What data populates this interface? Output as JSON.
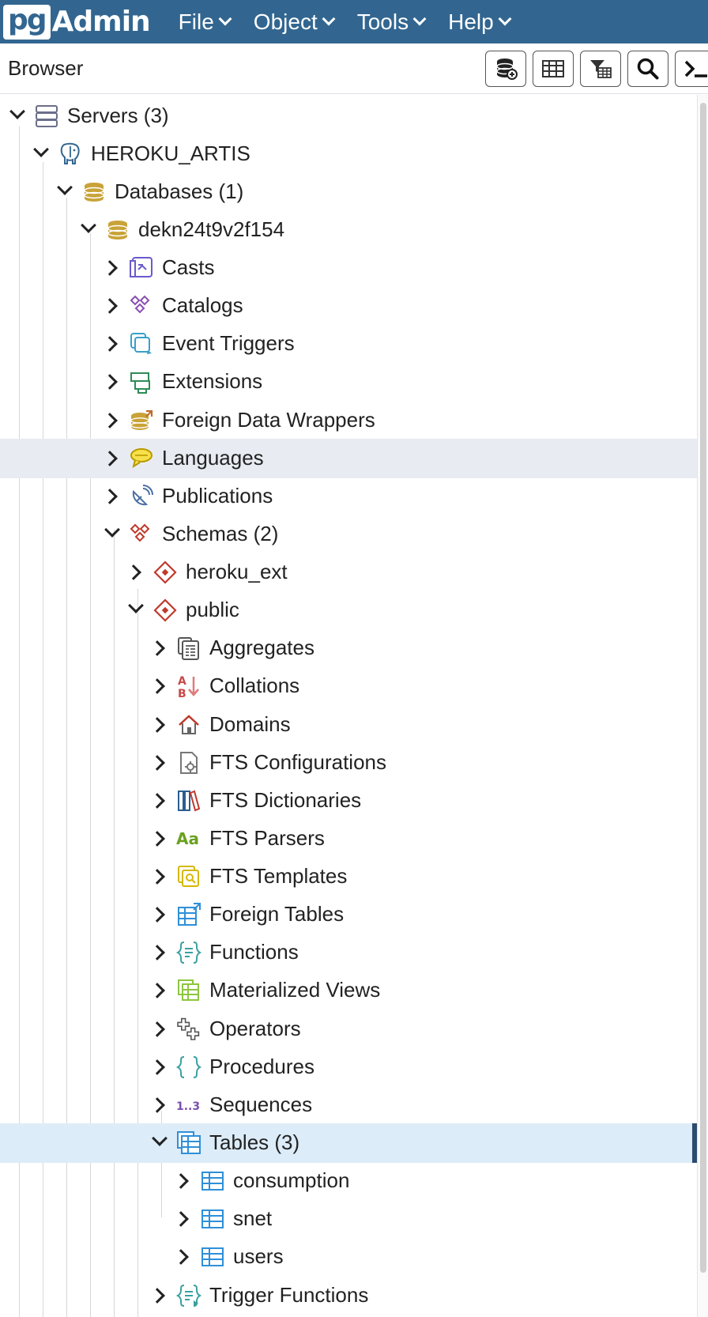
{
  "app": {
    "logo_pg": "pg",
    "logo_admin": "Admin"
  },
  "menu": [
    {
      "label": "File"
    },
    {
      "label": "Object"
    },
    {
      "label": "Tools"
    },
    {
      "label": "Help"
    }
  ],
  "browser": {
    "title": "Browser",
    "toolbar": [
      {
        "icon": "database-icon"
      },
      {
        "icon": "table-grid-icon"
      },
      {
        "icon": "filter-table-icon"
      },
      {
        "icon": "search-icon"
      },
      {
        "icon": "terminal-icon"
      }
    ]
  },
  "tree": [
    {
      "label": "Servers (3)",
      "icon": "servers-icon",
      "expanded": true
    },
    {
      "label": "HEROKU_ARTIS",
      "icon": "postgres-elephant-icon",
      "expanded": true
    },
    {
      "label": "Databases (1)",
      "icon": "databases-icon",
      "expanded": true
    },
    {
      "label": "dekn24t9v2f154",
      "icon": "database-icon",
      "expanded": true
    },
    {
      "label": "Casts",
      "icon": "casts-icon",
      "expanded": false
    },
    {
      "label": "Catalogs",
      "icon": "catalogs-icon",
      "expanded": false
    },
    {
      "label": "Event Triggers",
      "icon": "event-triggers-icon",
      "expanded": false
    },
    {
      "label": "Extensions",
      "icon": "extensions-icon",
      "expanded": false
    },
    {
      "label": "Foreign Data Wrappers",
      "icon": "foreign-data-wrappers-icon",
      "expanded": false
    },
    {
      "label": "Languages",
      "icon": "languages-icon",
      "expanded": false
    },
    {
      "label": "Publications",
      "icon": "publications-icon",
      "expanded": false
    },
    {
      "label": "Schemas (2)",
      "icon": "schemas-icon",
      "expanded": true
    },
    {
      "label": "heroku_ext",
      "icon": "schema-icon",
      "expanded": false
    },
    {
      "label": "public",
      "icon": "schema-icon",
      "expanded": true
    },
    {
      "label": "Aggregates",
      "icon": "aggregates-icon",
      "expanded": false
    },
    {
      "label": "Collations",
      "icon": "collations-icon",
      "expanded": false
    },
    {
      "label": "Domains",
      "icon": "domains-icon",
      "expanded": false
    },
    {
      "label": "FTS Configurations",
      "icon": "fts-configurations-icon",
      "expanded": false
    },
    {
      "label": "FTS Dictionaries",
      "icon": "fts-dictionaries-icon",
      "expanded": false
    },
    {
      "label": "FTS Parsers",
      "icon": "fts-parsers-icon",
      "expanded": false
    },
    {
      "label": "FTS Templates",
      "icon": "fts-templates-icon",
      "expanded": false
    },
    {
      "label": "Foreign Tables",
      "icon": "foreign-tables-icon",
      "expanded": false
    },
    {
      "label": "Functions",
      "icon": "functions-icon",
      "expanded": false
    },
    {
      "label": "Materialized Views",
      "icon": "materialized-views-icon",
      "expanded": false
    },
    {
      "label": "Operators",
      "icon": "operators-icon",
      "expanded": false
    },
    {
      "label": "Procedures",
      "icon": "procedures-icon",
      "expanded": false
    },
    {
      "label": "Sequences",
      "icon": "sequences-icon",
      "expanded": false
    },
    {
      "label": "Tables (3)",
      "icon": "tables-icon",
      "expanded": true,
      "selected": true
    },
    {
      "label": "consumption",
      "icon": "table-icon",
      "expanded": false
    },
    {
      "label": "snet",
      "icon": "table-icon",
      "expanded": false
    },
    {
      "label": "users",
      "icon": "table-icon",
      "expanded": false
    },
    {
      "label": "Trigger Functions",
      "icon": "trigger-functions-icon",
      "expanded": false
    }
  ],
  "icon_glyphs": {
    "fts_parsers": "Aa",
    "sequences": "1..3",
    "collations_a": "A",
    "collations_b": "B"
  },
  "colors": {
    "menubar": "#326690",
    "row_highlight": "#e8ecf2",
    "row_selected": "#dcecf8",
    "selected_marker": "#2b4b6e"
  }
}
